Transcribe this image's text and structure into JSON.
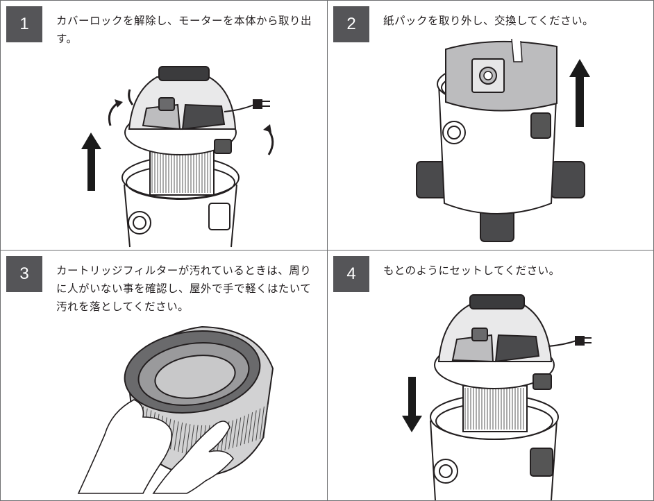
{
  "steps": [
    {
      "number": "1",
      "text": "カバーロックを解除し、モーターを本体から取り出す。"
    },
    {
      "number": "2",
      "text": "紙パックを取り外し、交換してください。"
    },
    {
      "number": "3",
      "text": "カートリッジフィルターが汚れているときは、周りに人がいない事を確認し、屋外で手で軽くはたいて汚れを落としてください。"
    },
    {
      "number": "4",
      "text": "もとのようにセットしてください。"
    }
  ],
  "colors": {
    "badge": "#555558",
    "border": "#6d6e70",
    "ink": "#231f20",
    "arrow": "#1a1a1a"
  }
}
